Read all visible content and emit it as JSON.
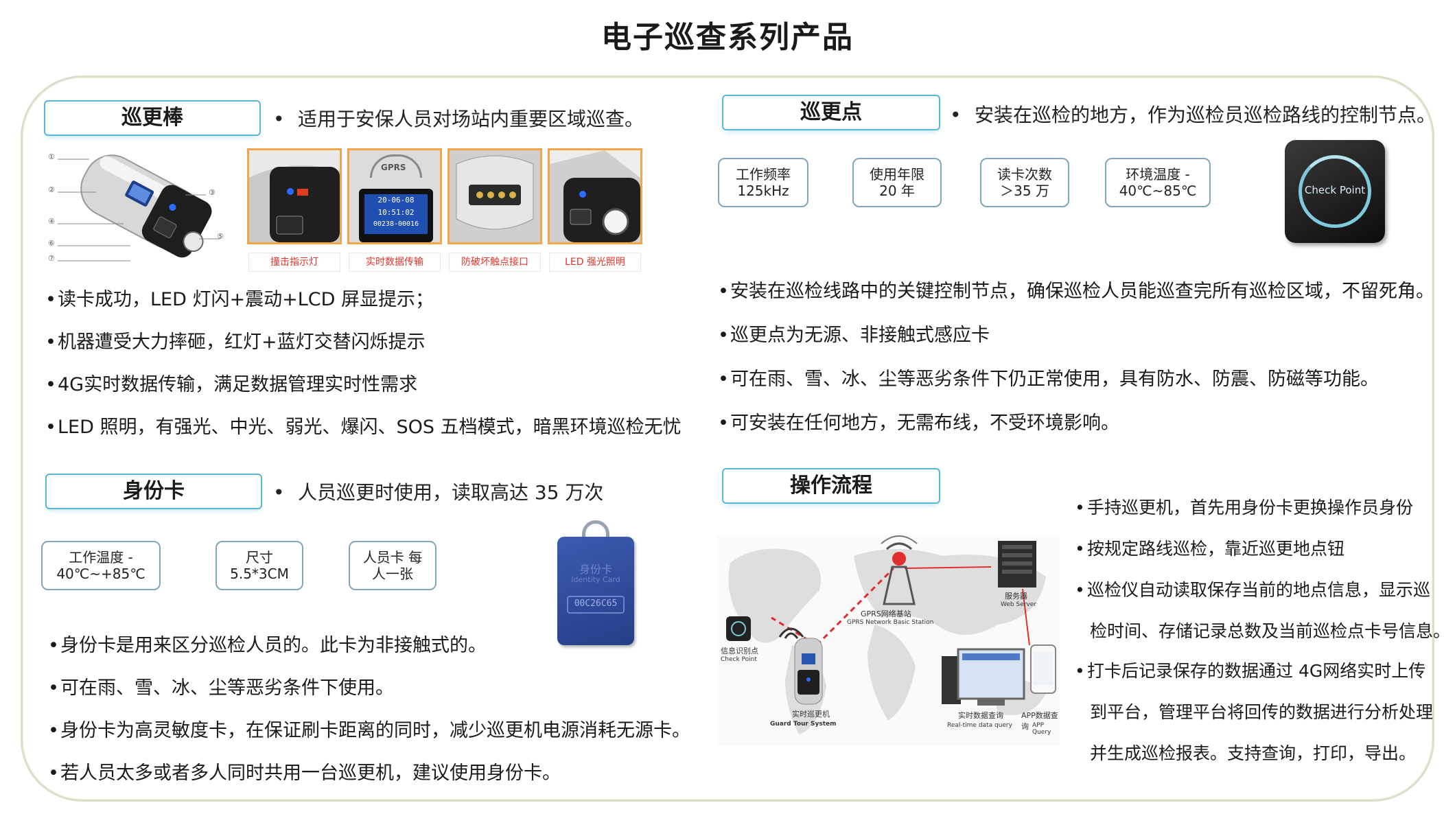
{
  "page": {
    "title": "电子巡查系列产品"
  },
  "patrol_stick": {
    "header": "巡更棒",
    "intro": "适用于安保人员对场站内重要区域巡查。",
    "callout_numbers": [
      "①",
      "②",
      "③",
      "④",
      "⑤",
      "⑥",
      "⑦"
    ],
    "photos": [
      {
        "caption": "撞击指示灯"
      },
      {
        "caption": "实时数据传输",
        "screen_lines": [
          "20-06-08",
          "10:51:02",
          "00238-00016"
        ],
        "badge": "GPRS"
      },
      {
        "caption": "防破坏触点接口"
      },
      {
        "caption": "LED 强光照明"
      }
    ],
    "bullets": [
      "读卡成功，LED 灯闪+震动+LCD 屏显提示；",
      "机器遭受大力摔砸，红灯+蓝灯交替闪烁提示",
      "4G实时数据传输，满足数据管理实时性需求",
      "LED 照明，有强光、中光、弱光、爆闪、SOS 五档模式，暗黑环境巡检无忧"
    ]
  },
  "id_card": {
    "header": "身份卡",
    "intro": "人员巡更时使用，读取高达 35 万次",
    "specs": [
      {
        "line1": "工作温度 -",
        "line2": "40℃~+85℃"
      },
      {
        "line1": "尺寸",
        "line2": "5.5*3CM"
      },
      {
        "line1": "人员卡 每",
        "line2": "人一张"
      }
    ],
    "card_face": {
      "line1": "身份卡",
      "line2": "Identity Card",
      "code": "00C26C65"
    },
    "bullets": [
      "身份卡是用来区分巡检人员的。此卡为非接触式的。",
      "可在雨、雪、冰、尘等恶劣条件下使用。",
      "身份卡为高灵敏度卡，在保证刷卡距离的同时，减少巡更机电源消耗无源卡。",
      "若人员太多或者多人同时共用一台巡更机，建议使用身份卡。"
    ]
  },
  "check_point": {
    "header": "巡更点",
    "intro": "安装在巡检的地方，作为巡检员巡检路线的控制节点。",
    "specs": [
      {
        "line1": "工作频率",
        "line2": "125kHz"
      },
      {
        "line1": "使用年限",
        "line2": "20 年"
      },
      {
        "line1": "读卡次数",
        "line2": "＞35 万"
      },
      {
        "line1": "环境温度 -",
        "line2": "40℃~85℃"
      }
    ],
    "device_label": "Check Point",
    "bullets": [
      "安装在巡检线路中的关键控制节点，确保巡检人员能巡查完所有巡检区域，不留死角。",
      "巡更点为无源、非接触式感应卡",
      "可在雨、雪、冰、尘等恶劣条件下仍正常使用，具有防水、防震、防磁等功能。",
      "可安装在任何地方，无需布线，不受环境影响。"
    ]
  },
  "workflow": {
    "header": "操作流程",
    "diagram": {
      "station_cn": "GPRS网络基站",
      "station_en": "GPRS Network Basic Station",
      "server_cn": "服务器",
      "server_en": "Web Server",
      "checkpoint_cn": "信息识别点",
      "checkpoint_en": "Check Point",
      "device_cn": "实时巡更机",
      "device_en": "Guard Tour System",
      "query_cn": "实时数据查询",
      "query_en": "Real-time data query",
      "app_cn": "APP数据查询",
      "app_en": "APP Query"
    },
    "bullets": [
      {
        "text": "手持巡更机，首先用身份卡更换操作员身份",
        "bullet": true
      },
      {
        "text": "按规定路线巡检，靠近巡更地点钮",
        "bullet": true
      },
      {
        "text": "巡检仪自动读取保存当前的地点信息，显示巡",
        "bullet": true
      },
      {
        "text": "检时间、存储记录总数及当前巡检点卡号信息。",
        "bullet": false
      },
      {
        "text": "打卡后记录保存的数据通过 4G网络实时上传",
        "bullet": true
      },
      {
        "text": "到平台，管理平台将回传的数据进行分析处理",
        "bullet": false
      },
      {
        "text": "并生成巡检报表。支持查询，打印，导出。",
        "bullet": false
      }
    ]
  }
}
